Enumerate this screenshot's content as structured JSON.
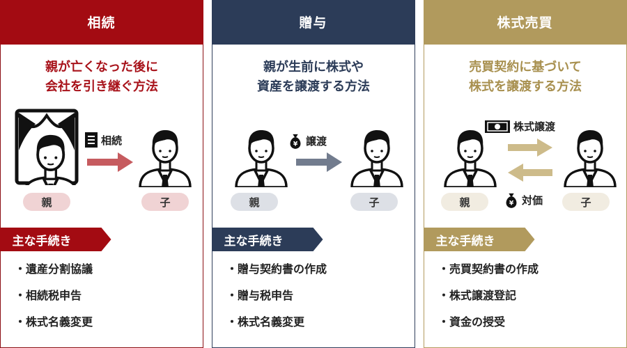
{
  "cards": [
    {
      "title": "相続",
      "desc": [
        "親が亡くなった後に",
        "会社を引き継ぐ方法"
      ],
      "flow_label": "相続",
      "flow_icon": "document-icon",
      "parent_label": "親",
      "child_label": "子",
      "procedures_title": "主な手続き",
      "procedures": [
        "遺産分割協議",
        "相続税申告",
        "株式名義変更"
      ],
      "accent": "#a30b12"
    },
    {
      "title": "贈与",
      "desc": [
        "親が生前に株式や",
        "資産を譲渡する方法"
      ],
      "flow_label": "譲渡",
      "flow_icon": "money-bag-icon",
      "parent_label": "親",
      "child_label": "子",
      "procedures_title": "主な手続き",
      "procedures": [
        "贈与契約書の作成",
        "贈与税申告",
        "株式名義変更"
      ],
      "accent": "#2c3c58"
    },
    {
      "title": "株式売買",
      "desc": [
        "売買契約に基づいて",
        "株式を譲渡する方法"
      ],
      "flow_label": "株式譲渡",
      "flow_icon": "banknote-icon",
      "return_label": "対価",
      "return_icon": "money-bag-icon",
      "parent_label": "親",
      "child_label": "子",
      "procedures_title": "主な手続き",
      "procedures": [
        "売買契約書の作成",
        "株式譲渡登記",
        "資金の授受"
      ],
      "accent": "#b19a5d"
    }
  ]
}
